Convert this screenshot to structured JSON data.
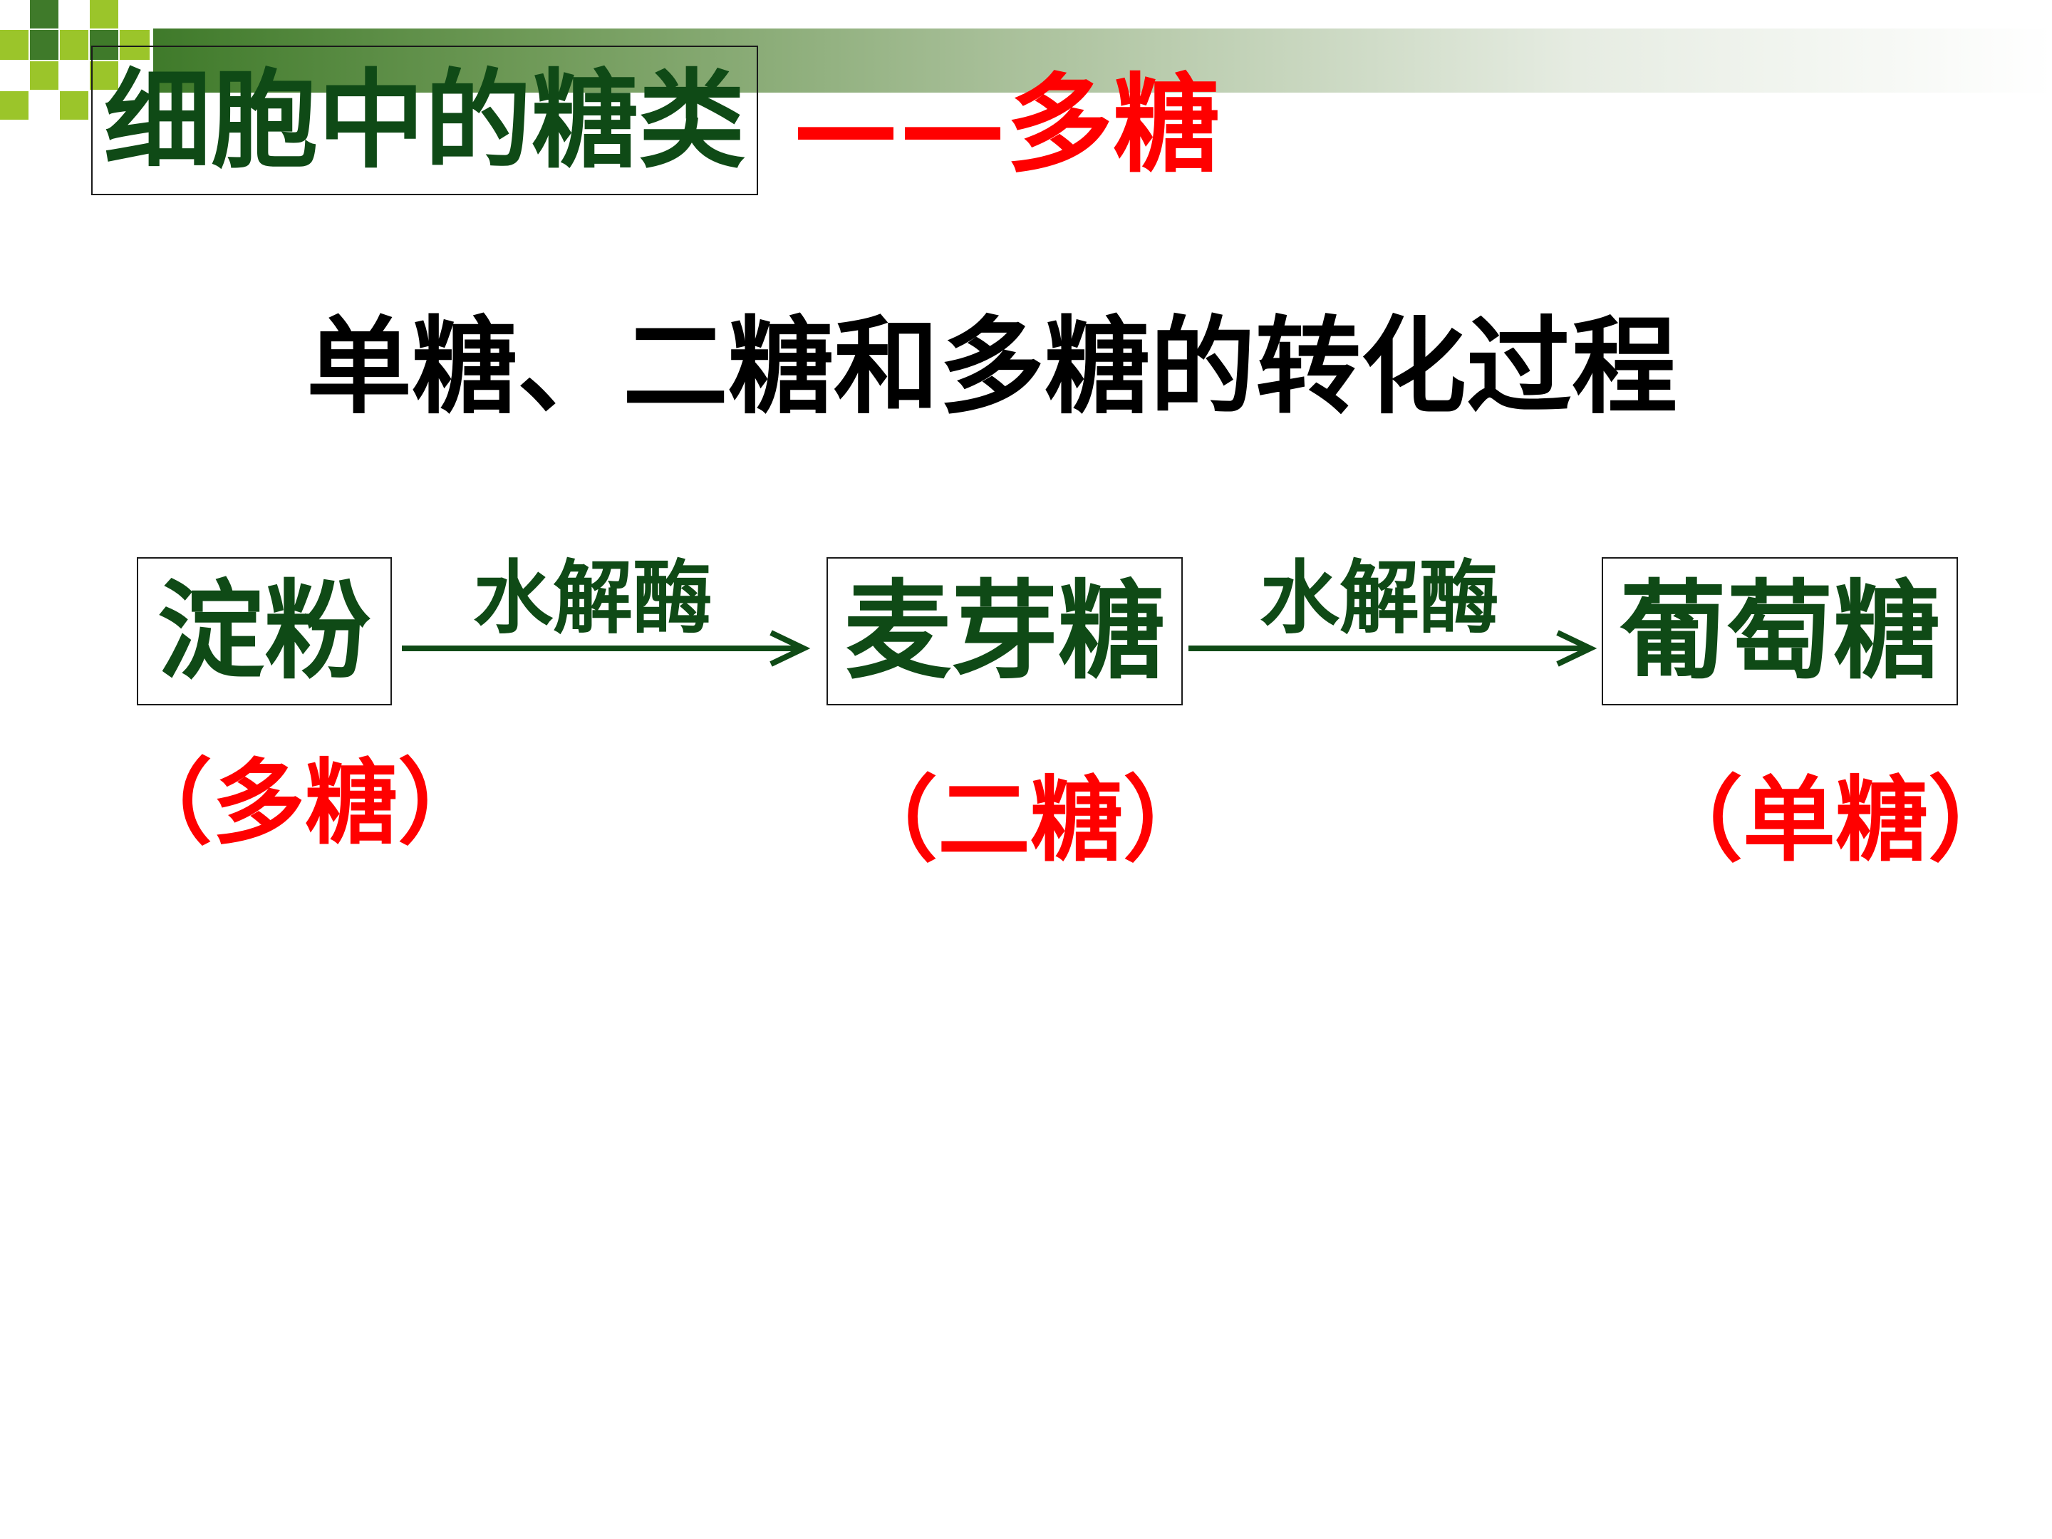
{
  "slide": {
    "title": "细胞中的糖类",
    "title_suffix": "——多糖",
    "subtitle": "单糖、二糖和多糖的转化过程"
  },
  "flow": {
    "nodes": [
      {
        "label": "淀粉",
        "type": "（多糖）"
      },
      {
        "label": "麦芽糖",
        "type": "（二糖）"
      },
      {
        "label": "葡萄糖",
        "type": "（单糖）"
      }
    ],
    "arrows": [
      {
        "label": "水解酶"
      },
      {
        "label": "水解酶"
      }
    ]
  },
  "colors": {
    "title_green": "#0f4a16",
    "accent_red": "#ff0000",
    "arrow_green": "#0f4a16",
    "band_start": "#3f7a2a"
  }
}
